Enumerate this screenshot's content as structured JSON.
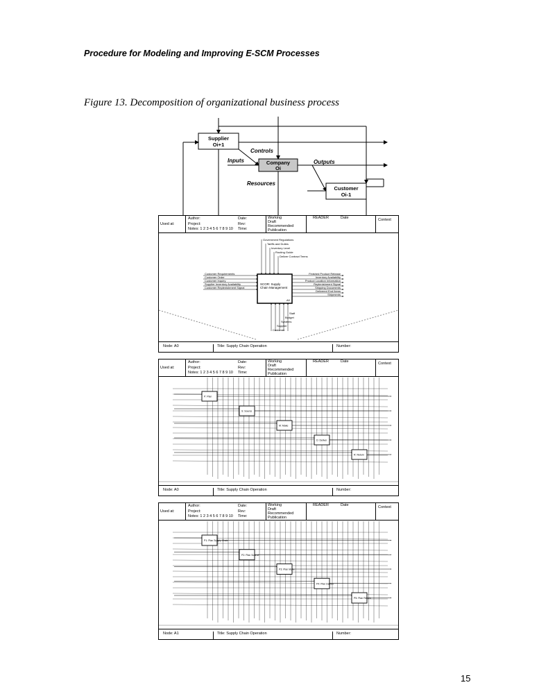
{
  "page": {
    "running_header": "Procedure for Modeling and Improving E-SCM Processes",
    "figure_caption": "Figure 13. Decomposition of organizational business process",
    "page_number": "15"
  },
  "context_diagram": {
    "supplier": "Supplier\nOi+1",
    "company": "Company\nOi",
    "customer": "Customer\nOi-1",
    "controls": "Controls",
    "inputs": "Inputs",
    "outputs": "Outputs",
    "resources": "Resources"
  },
  "sheet_header": {
    "used_at": "Used at:",
    "author": "Author:",
    "project": "Project:",
    "notes": "Notes: 1 2 3 4 5 6 7 8 9 10",
    "date": "Date:",
    "rev": "Rev:",
    "time": "Time:",
    "working": "Working",
    "draft": "Draft",
    "recommended": "Recommended",
    "publication": "Publication",
    "reader": "READER",
    "date_col": "Date",
    "context": "Context"
  },
  "sheets": [
    {
      "node": "Node: A0",
      "title": "Title: Supply Chain Operation",
      "number": "Number:",
      "center_box": "SCOR: Supply\nChain Management",
      "center_id": "A0",
      "controls": [
        "Government Regulations",
        "Tariffs and Duties",
        "Inventory Level",
        "Routing Guide",
        "Deliver Contract Terms"
      ],
      "inputs": [
        "Customer Requirements",
        "Customer Order",
        "Customer Inquiry",
        "Supplier Inventory Availability",
        "Customer Replenishment Signal"
      ],
      "outputs": [
        "Finished Product Release",
        "Inventory Availability",
        "Product Location Information",
        "Replenishment Signal",
        "Shipping Documents",
        "Delivered End Items",
        "Shipments"
      ],
      "mechanisms": [
        "Staff",
        "Budget",
        "Systems",
        "Supplier",
        "Customer"
      ]
    },
    {
      "node": "Node: A0",
      "title": "Title: Supply Chain Operation",
      "number": "Number:",
      "boxes": [
        "P: Plan",
        "S: Source",
        "M: Make",
        "D: Deliver",
        "R: Return"
      ]
    },
    {
      "node": "Node: A1",
      "title": "Title: Supply Chain Operation",
      "number": "Number:",
      "boxes": [
        "P1: Plan Supply Chain",
        "P2: Plan Source",
        "P3: Plan Make",
        "P4: Plan Deliver",
        "P5: Plan Return"
      ]
    }
  ]
}
